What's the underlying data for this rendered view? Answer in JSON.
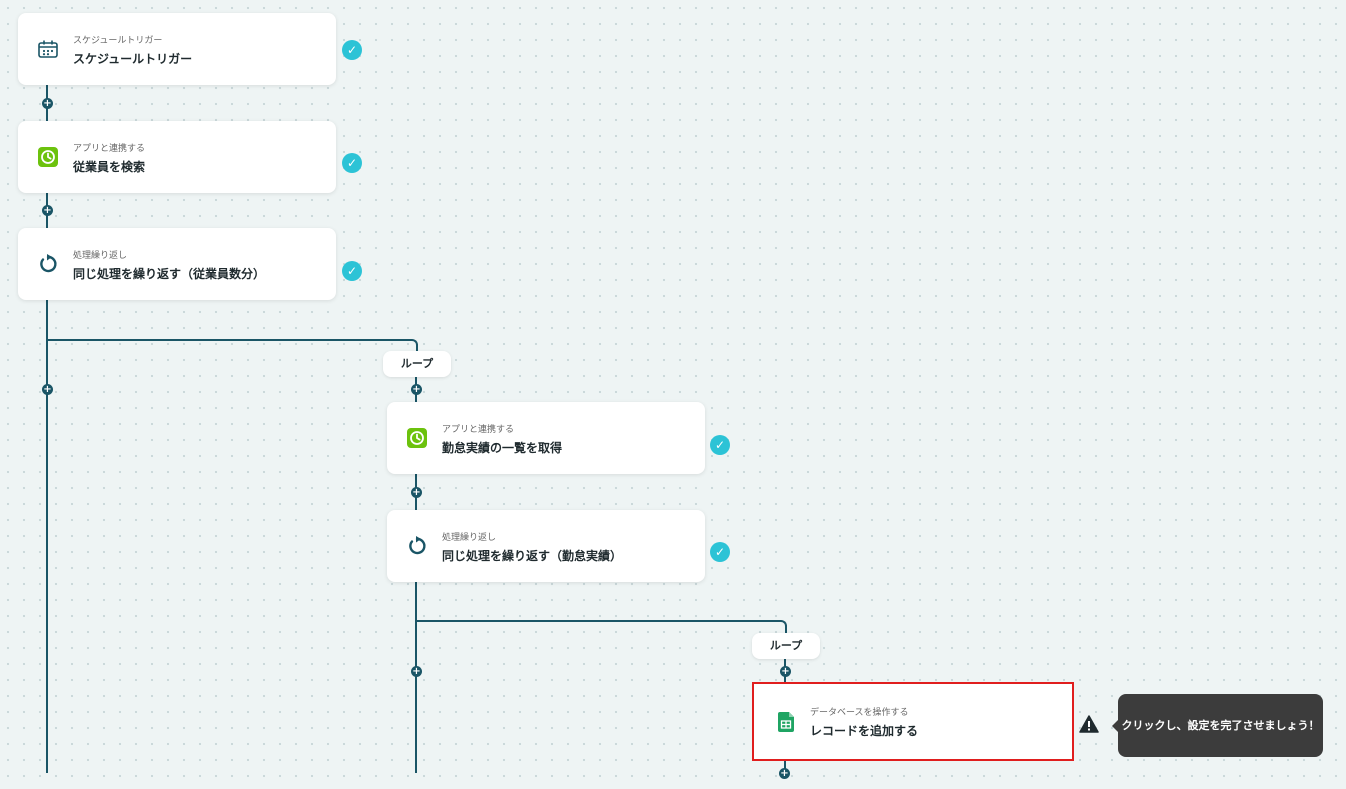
{
  "flow": {
    "steps": [
      {
        "subtitle": "スケジュールトリガー",
        "title": "スケジュールトリガー",
        "icon": "calendar-icon",
        "status": "complete"
      },
      {
        "subtitle": "アプリと連携する",
        "title": "従業員を検索",
        "icon": "clock-app-icon",
        "status": "complete"
      },
      {
        "subtitle": "処理繰り返し",
        "title": "同じ処理を繰り返す（従業員数分）",
        "icon": "loop-icon",
        "status": "complete"
      },
      {
        "subtitle": "アプリと連携する",
        "title": "勤怠実績の一覧を取得",
        "icon": "clock-app-icon",
        "status": "complete"
      },
      {
        "subtitle": "処理繰り返し",
        "title": "同じ処理を繰り返す（勤怠実績）",
        "icon": "loop-icon",
        "status": "complete"
      },
      {
        "subtitle": "データベースを操作する",
        "title": "レコードを追加する",
        "icon": "google-sheets-icon",
        "status": "incomplete"
      }
    ],
    "loop_labels": [
      "ループ",
      "ループ"
    ],
    "add_symbol": "+",
    "check_symbol": "✓"
  },
  "tooltip": {
    "text": "クリックし、設定を完了させましょう！",
    "icon": "warning-icon"
  },
  "colors": {
    "connector": "#1a5566",
    "check": "#2cc3d6",
    "highlight": "#e01e1e",
    "tooltip_bg": "#3c3c3c",
    "sheets_green": "#1fa463",
    "app_green": "#6cc20d"
  }
}
